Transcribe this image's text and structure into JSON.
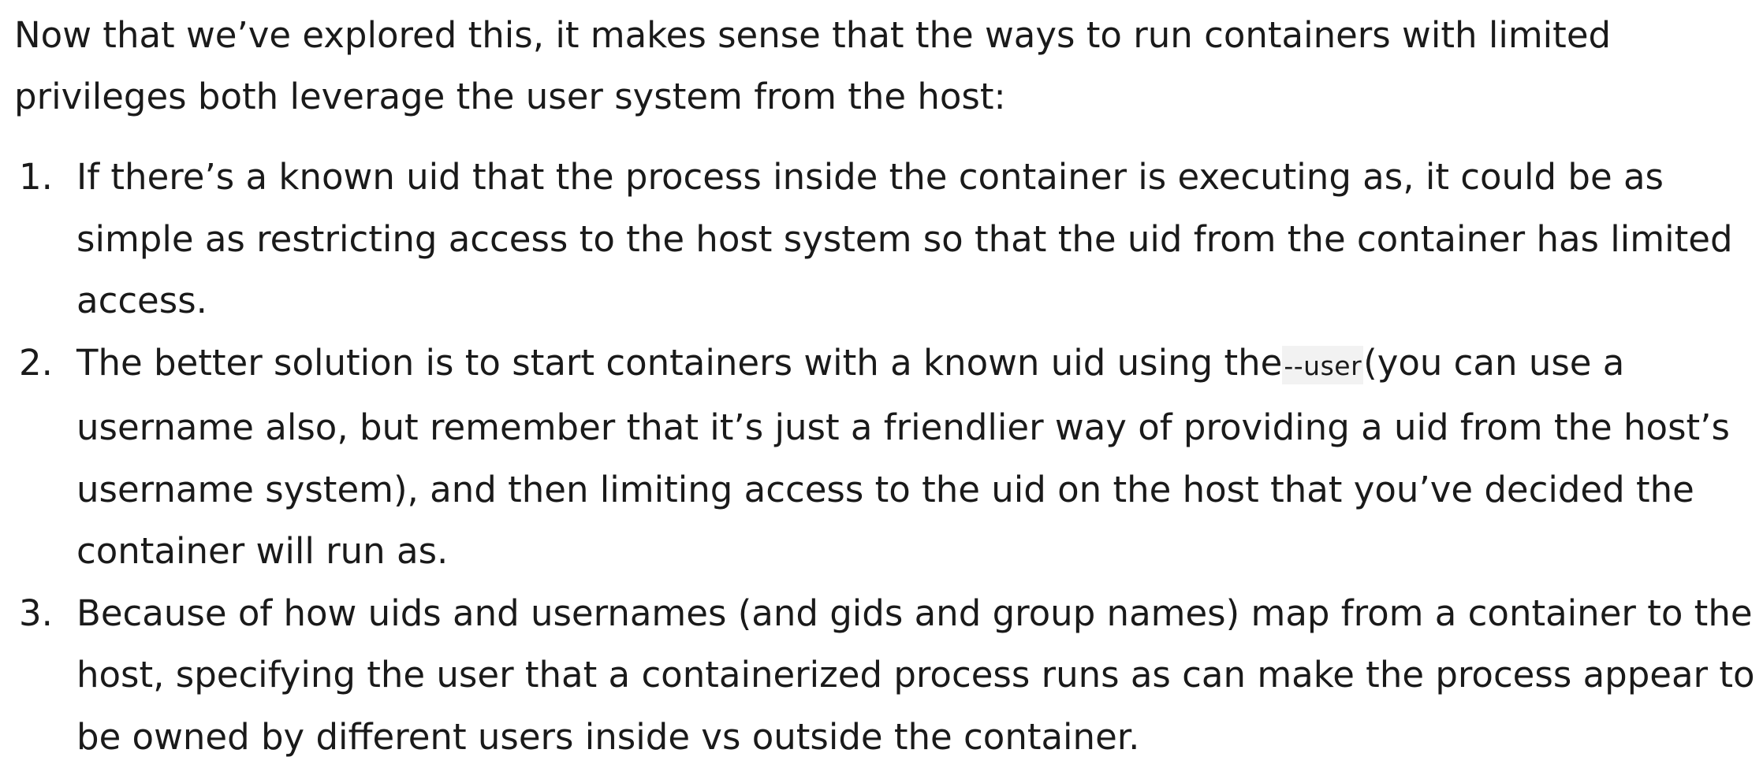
{
  "intro": "Now that we’ve explored this, it makes sense that the ways to run containers with limited privileges both leverage the user system from the host:",
  "items": [
    {
      "number": "1.",
      "text": "If there’s a known uid that the process inside the container is executing as, it could be as simple as restricting access to the host system so that the uid from the container has limited access."
    },
    {
      "number": "2.",
      "text_before": "The better solution is to start containers with a known uid using the",
      "code": "--user",
      "text_after": "(you can use a username also, but remember that it’s just a friendlier way of providing a uid from the host’s username system), and then limiting access to the uid on the host that you’ve decided the container will run as."
    },
    {
      "number": "3.",
      "text": "Because of how uids and usernames (and gids and group names) map from a container to the host, specifying the user that a containerized process runs as can make the process appear to be owned by different users inside vs outside the container."
    }
  ]
}
